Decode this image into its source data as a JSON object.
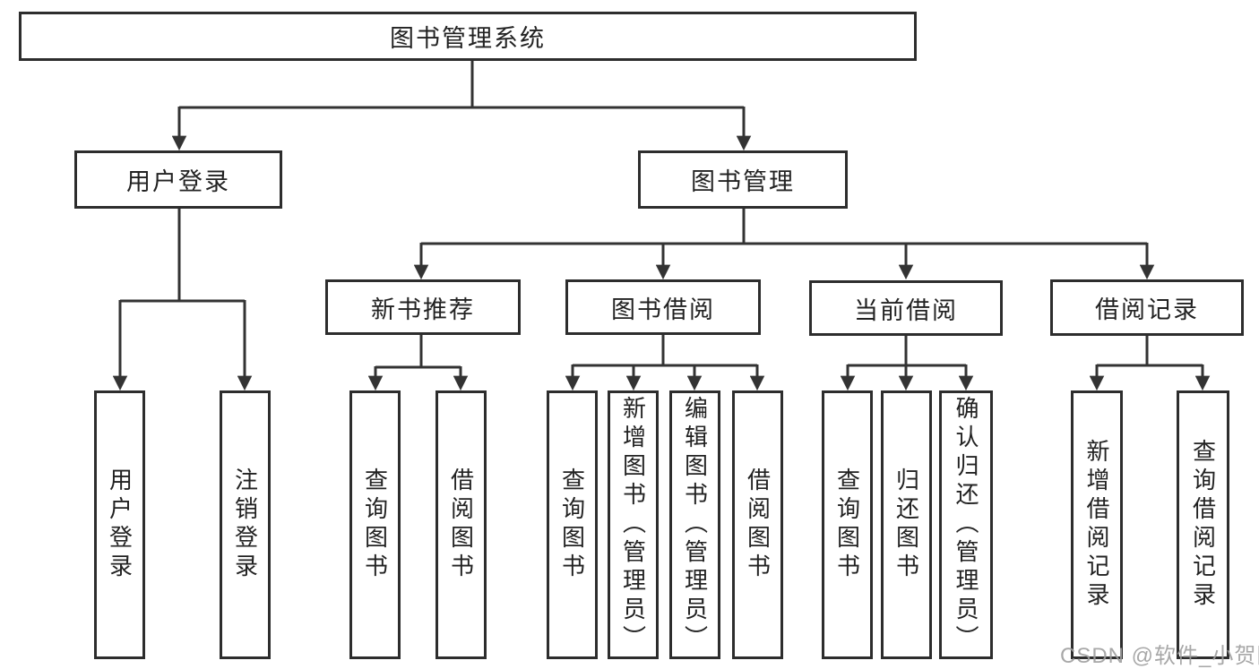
{
  "diagram_type": "tree",
  "tree": {
    "root": "图书管理系统",
    "user_login": {
      "label": "用户登录",
      "children": [
        "用户登录",
        "注销登录"
      ]
    },
    "book_mgmt": {
      "label": "图书管理",
      "sections": [
        {
          "label": "新书推荐",
          "children": [
            "查询图书",
            "借阅图书"
          ]
        },
        {
          "label": "图书借阅",
          "children": [
            "查询图书",
            "新增图书（管理员）",
            "编辑图书（管理员）",
            "借阅图书"
          ]
        },
        {
          "label": "当前借阅",
          "children": [
            "查询图书",
            "归还图书",
            "确认归还（管理员）"
          ]
        },
        {
          "label": "借阅记录",
          "children": [
            "新增借阅记录",
            "查询借阅记录"
          ]
        }
      ]
    }
  },
  "watermark": "CSDN @软件_小贺同学",
  "colors": {
    "line": "#333333",
    "box_border": "#2d2d2d",
    "text": "#222222",
    "watermark": "#9e9e9e",
    "background": "#ffffff"
  }
}
